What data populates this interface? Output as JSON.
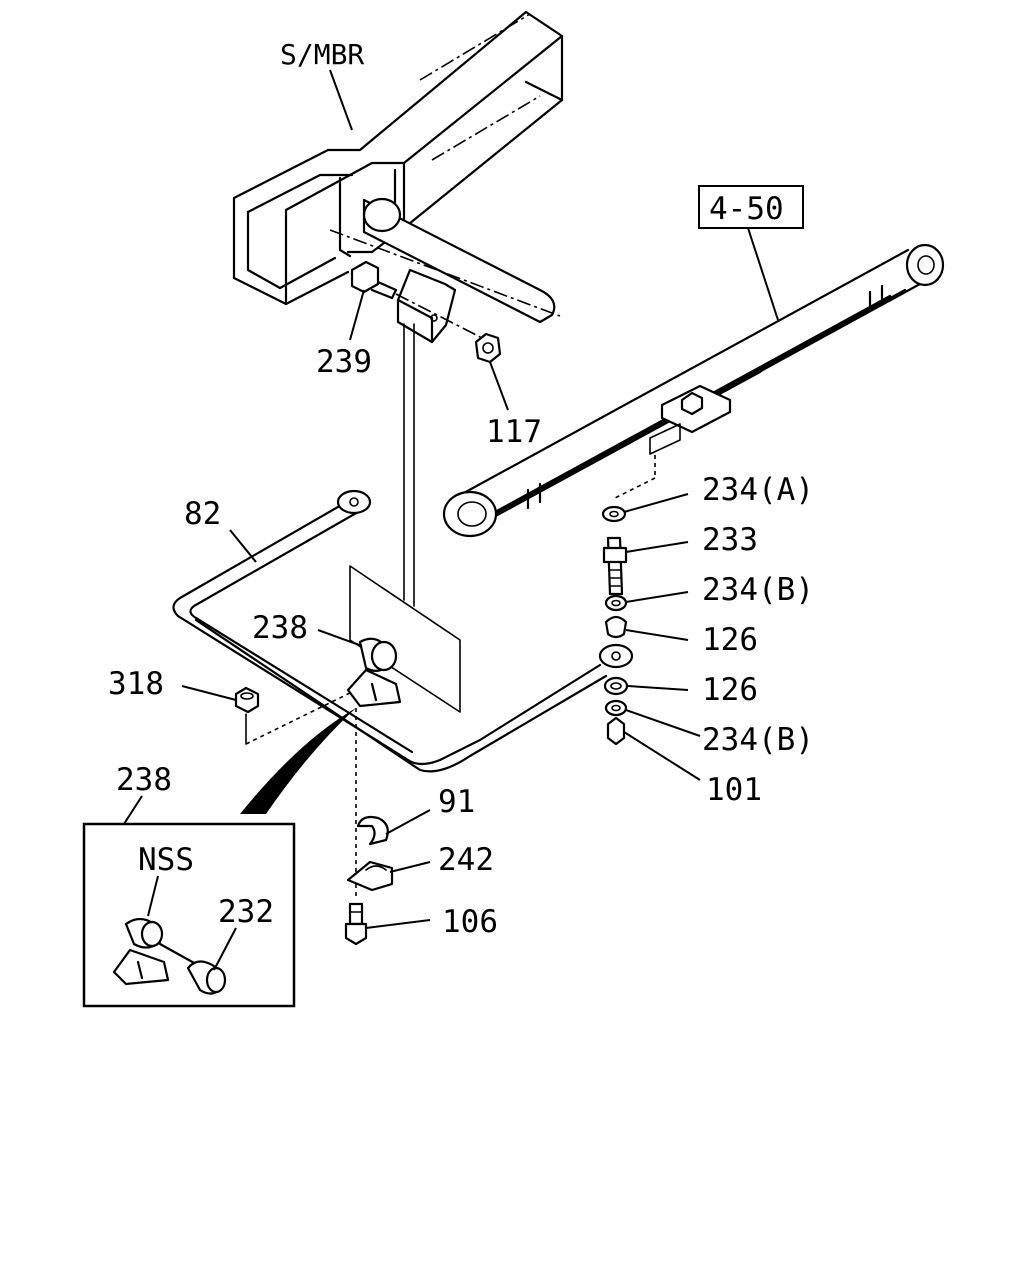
{
  "labels": {
    "smbr": "S/MBR",
    "ref_box": "4-50",
    "p239": "239",
    "p117": "117",
    "p82": "82",
    "p238_main": "238",
    "p318": "318",
    "p234a": "234(A)",
    "p233": "233",
    "p234b_1": "234(B)",
    "p126_1": "126",
    "p126_2": "126",
    "p234b_2": "234(B)",
    "p101": "101",
    "p91": "91",
    "p242": "242",
    "p106": "106",
    "p238_inset": "238",
    "nss": "NSS",
    "p232": "232"
  }
}
